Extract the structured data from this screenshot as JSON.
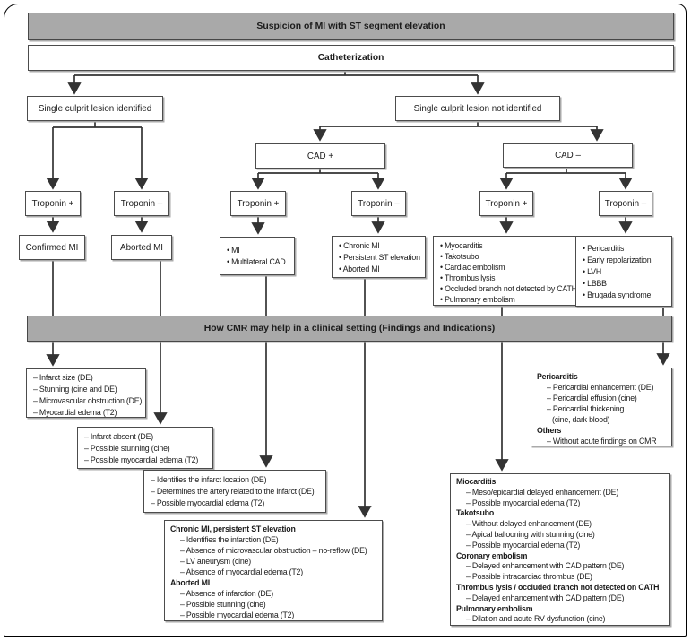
{
  "palette": {
    "bar_fill": "#a9a9a9",
    "box_border": "#4c4c4c",
    "line_color": "#333333",
    "frame_color": "#000000"
  },
  "nodes": {
    "title": "Suspicion of MI with ST segment elevation",
    "catheterization": "Catheterization",
    "single_identified": "Single culprit lesion identified",
    "single_not_identified": "Single culprit lesion not identified",
    "cad_plus": "CAD +",
    "cad_minus": "CAD –",
    "confirmed_mi": "Confirmed MI",
    "aborted_mi": "Aborted MI",
    "cmr_bar": "How CMR may help in a clinical setting (Findings and Indications)"
  },
  "troponin_row": [
    "Troponin +",
    "Troponin –",
    "Troponin +",
    "Troponin –",
    "Troponin +",
    "Troponin –"
  ],
  "outcomes": {
    "mi_multilateral": [
      "MI",
      "Multilateral CAD"
    ],
    "chronic_persistent_aborted": [
      "Chronic MI",
      "Persistent ST elevation",
      "Aborted MI"
    ],
    "myocarditis_group": [
      "Myocarditis",
      "Takotsubo",
      "Cardiac embolism",
      "Thrombus lysis",
      "Occluded branch not detected by CATH",
      "Pulmonary embolism"
    ],
    "pericarditis_group": [
      "Pericarditis",
      "Early repolarization",
      "LVH",
      "LBBB",
      "Brugada syndrome"
    ]
  },
  "findings": {
    "confirmed_mi": [
      "Infarct size (DE)",
      "Stunning (cine and DE)",
      "Microvascular obstruction (DE)",
      "Myocardial edema (T2)"
    ],
    "aborted_mi": [
      "Infarct absent (DE)",
      "Possible stunning (cine)",
      "Possible myocardial edema (T2)"
    ],
    "mi_multilateral": [
      "Identifies the infarct location (DE)",
      "Determines the artery related to the infarct (DE)",
      "Possible myocardial edema (T2)"
    ],
    "chronic_aborted_sections": [
      {
        "header": "Chronic MI, persistent ST elevation",
        "items": [
          "Identifies the infarction (DE)",
          "Absence of microvascular obstruction – no-reflow (DE)",
          "LV aneurysm (cine)",
          "Absence of myocardial edema (T2)"
        ]
      },
      {
        "header": "Aborted MI",
        "items": [
          "Absence of infarction (DE)",
          "Possible stunning (cine)",
          "Possible myocardial edema (T2)"
        ]
      }
    ],
    "myocarditis_sections": [
      {
        "header": "Miocarditis",
        "items": [
          "Meso/epicardial delayed enhancement (DE)",
          "Possible myocardial edema (T2)"
        ]
      },
      {
        "header": "Takotsubo",
        "items": [
          "Without delayed enhancement (DE)",
          "Apical ballooning with stunning (cine)",
          "Possible myocardial edema (T2)"
        ]
      },
      {
        "header": "Coronary embolism",
        "items": [
          "Delayed enhancement with CAD pattern (DE)",
          "Possible intracardiac thrombus (DE)"
        ]
      },
      {
        "header": "Thrombus lysis / occluded branch not detected on CATH",
        "items": [
          "Delayed enhancement with CAD pattern (DE)"
        ]
      },
      {
        "header": "Pulmonary embolism",
        "items": [
          "Dilation and acute RV dysfunction (cine)"
        ]
      }
    ],
    "pericarditis_sections": [
      {
        "header": "Pericarditis",
        "items": [
          "Pericardial enhancement (DE)",
          "Pericardial effusion (cine)",
          "Pericardial thickening",
          {
            "text": "(cine, dark blood)",
            "cont": true
          }
        ]
      },
      {
        "header": "Others",
        "items": [
          "Without acute findings on CMR"
        ]
      }
    ]
  }
}
